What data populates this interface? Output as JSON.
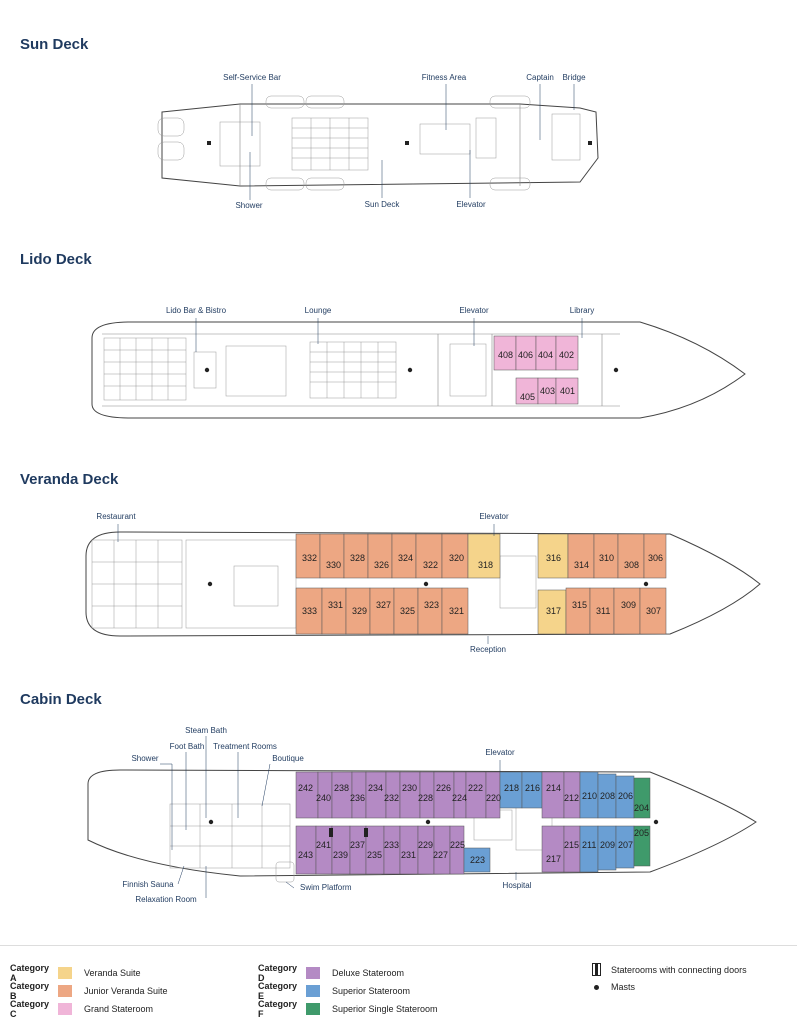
{
  "colors": {
    "A": "#f5d48b",
    "B": "#eda783",
    "C": "#f0b5d8",
    "D": "#b48ac4",
    "E": "#6a9fd4",
    "F": "#3f9a6b"
  },
  "decks": {
    "sun": {
      "title": "Sun Deck",
      "labels": {
        "self_service_bar": "Self-Service Bar",
        "fitness_area": "Fitness Area",
        "captain": "Captain",
        "bridge": "Bridge",
        "shower": "Shower",
        "sun_deck": "Sun Deck",
        "elevator": "Elevator"
      }
    },
    "lido": {
      "title": "Lido Deck",
      "labels": {
        "lido_bar": "Lido Bar & Bistro",
        "lounge": "Lounge",
        "elevator": "Elevator",
        "library": "Library"
      },
      "rooms": [
        {
          "num": "408",
          "cat": "C"
        },
        {
          "num": "406",
          "cat": "C"
        },
        {
          "num": "404",
          "cat": "C"
        },
        {
          "num": "402",
          "cat": "C"
        },
        {
          "num": "405",
          "cat": "C"
        },
        {
          "num": "403",
          "cat": "C"
        },
        {
          "num": "401",
          "cat": "C"
        }
      ]
    },
    "veranda": {
      "title": "Veranda Deck",
      "labels": {
        "restaurant": "Restaurant",
        "elevator": "Elevator",
        "reception": "Reception"
      },
      "rooms": [
        {
          "num": "332",
          "cat": "B"
        },
        {
          "num": "330",
          "cat": "B"
        },
        {
          "num": "328",
          "cat": "B"
        },
        {
          "num": "326",
          "cat": "B"
        },
        {
          "num": "324",
          "cat": "B"
        },
        {
          "num": "322",
          "cat": "B"
        },
        {
          "num": "320",
          "cat": "B"
        },
        {
          "num": "318",
          "cat": "A"
        },
        {
          "num": "316",
          "cat": "A"
        },
        {
          "num": "314",
          "cat": "B"
        },
        {
          "num": "310",
          "cat": "B"
        },
        {
          "num": "308",
          "cat": "B"
        },
        {
          "num": "306",
          "cat": "B"
        },
        {
          "num": "333",
          "cat": "B"
        },
        {
          "num": "331",
          "cat": "B"
        },
        {
          "num": "329",
          "cat": "B"
        },
        {
          "num": "327",
          "cat": "B"
        },
        {
          "num": "325",
          "cat": "B"
        },
        {
          "num": "323",
          "cat": "B"
        },
        {
          "num": "321",
          "cat": "B"
        },
        {
          "num": "317",
          "cat": "A"
        },
        {
          "num": "315",
          "cat": "B"
        },
        {
          "num": "311",
          "cat": "B"
        },
        {
          "num": "309",
          "cat": "B"
        },
        {
          "num": "307",
          "cat": "B"
        }
      ]
    },
    "cabin": {
      "title": "Cabin Deck",
      "labels": {
        "steam_bath": "Steam Bath",
        "shower": "Shower",
        "foot_bath": "Foot Bath",
        "treatment_rooms": "Treatment Rooms",
        "boutique": "Boutique",
        "elevator": "Elevator",
        "finnish_sauna": "Finnish Sauna",
        "relaxation_room": "Relaxation Room",
        "swim_platform": "Swim Platform",
        "hospital": "Hospital"
      },
      "rooms": [
        {
          "num": "242",
          "cat": "D"
        },
        {
          "num": "240",
          "cat": "D"
        },
        {
          "num": "238",
          "cat": "D"
        },
        {
          "num": "236",
          "cat": "D"
        },
        {
          "num": "234",
          "cat": "D"
        },
        {
          "num": "232",
          "cat": "D"
        },
        {
          "num": "230",
          "cat": "D"
        },
        {
          "num": "228",
          "cat": "D"
        },
        {
          "num": "226",
          "cat": "D"
        },
        {
          "num": "224",
          "cat": "D"
        },
        {
          "num": "222",
          "cat": "D"
        },
        {
          "num": "220",
          "cat": "D"
        },
        {
          "num": "218",
          "cat": "E"
        },
        {
          "num": "216",
          "cat": "E"
        },
        {
          "num": "214",
          "cat": "D"
        },
        {
          "num": "212",
          "cat": "D"
        },
        {
          "num": "210",
          "cat": "E"
        },
        {
          "num": "208",
          "cat": "E"
        },
        {
          "num": "206",
          "cat": "E"
        },
        {
          "num": "204",
          "cat": "F"
        },
        {
          "num": "243",
          "cat": "D"
        },
        {
          "num": "241",
          "cat": "D"
        },
        {
          "num": "239",
          "cat": "D"
        },
        {
          "num": "237",
          "cat": "D"
        },
        {
          "num": "235",
          "cat": "D"
        },
        {
          "num": "233",
          "cat": "D"
        },
        {
          "num": "231",
          "cat": "D"
        },
        {
          "num": "229",
          "cat": "D"
        },
        {
          "num": "227",
          "cat": "D"
        },
        {
          "num": "225",
          "cat": "D"
        },
        {
          "num": "223",
          "cat": "E"
        },
        {
          "num": "217",
          "cat": "D"
        },
        {
          "num": "215",
          "cat": "D"
        },
        {
          "num": "211",
          "cat": "E"
        },
        {
          "num": "209",
          "cat": "E"
        },
        {
          "num": "207",
          "cat": "E"
        },
        {
          "num": "205",
          "cat": "F"
        }
      ]
    }
  },
  "legend": {
    "categories": [
      {
        "key": "A",
        "label": "Category A",
        "desc": "Veranda Suite"
      },
      {
        "key": "B",
        "label": "Category B",
        "desc": "Junior Veranda Suite"
      },
      {
        "key": "C",
        "label": "Category C",
        "desc": "Grand Stateroom"
      },
      {
        "key": "D",
        "label": "Category D",
        "desc": "Deluxe Stateroom"
      },
      {
        "key": "E",
        "label": "Category E",
        "desc": "Superior Stateroom"
      },
      {
        "key": "F",
        "label": "Category F",
        "desc": "Superior Single Stateroom"
      }
    ],
    "connecting_doors": "Staterooms with connecting doors",
    "masts": "Masts"
  }
}
